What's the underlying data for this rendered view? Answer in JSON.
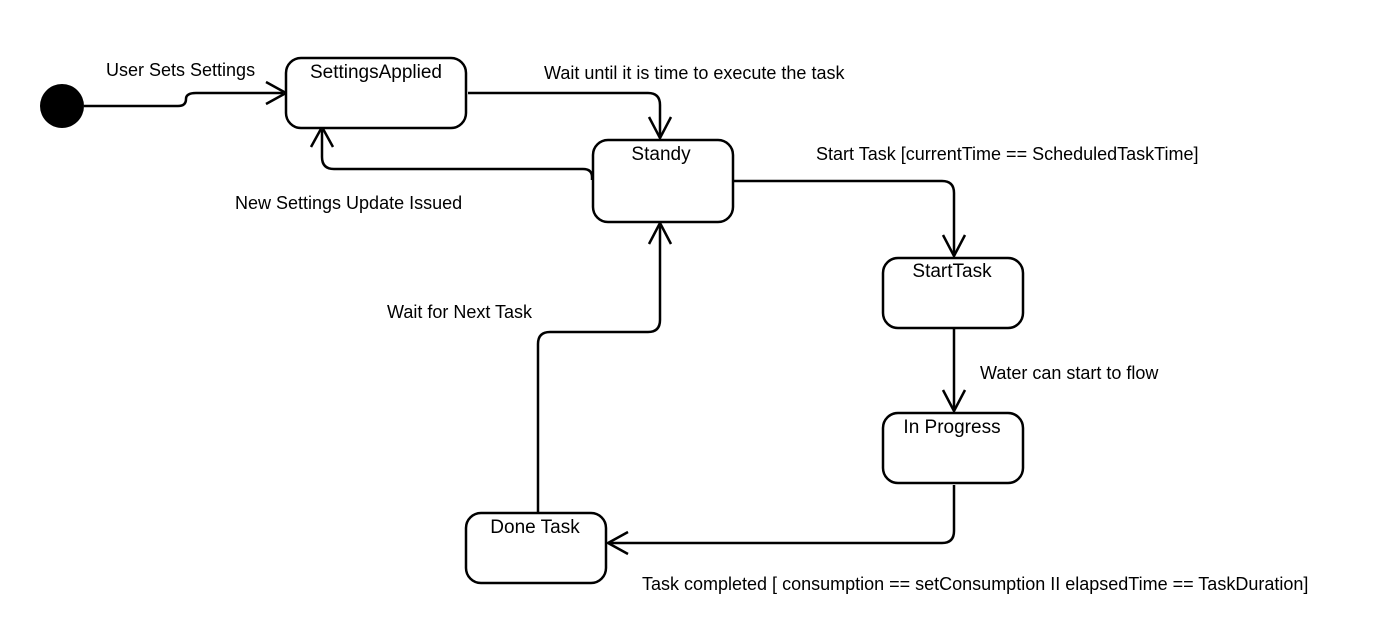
{
  "states": {
    "settings_applied": "SettingsApplied",
    "standby": "Standy",
    "start_task": "StartTask",
    "in_progress": "In Progress",
    "done_task": "Done Task"
  },
  "transitions": {
    "user_sets_settings": "User Sets Settings",
    "wait_until_time": "Wait until it is time to execute the task",
    "new_settings_update": "New Settings Update Issued",
    "start_task_guard": "Start Task [currentTime == ScheduledTaskTime]",
    "water_can_flow": "Water can start to flow",
    "task_completed": "Task completed [ consumption == setConsumption II elapsedTime == TaskDuration]",
    "wait_next_task": "Wait for Next Task"
  },
  "colors": {
    "stroke": "#000000",
    "fill": "#ffffff",
    "initial_node": "#000000"
  }
}
